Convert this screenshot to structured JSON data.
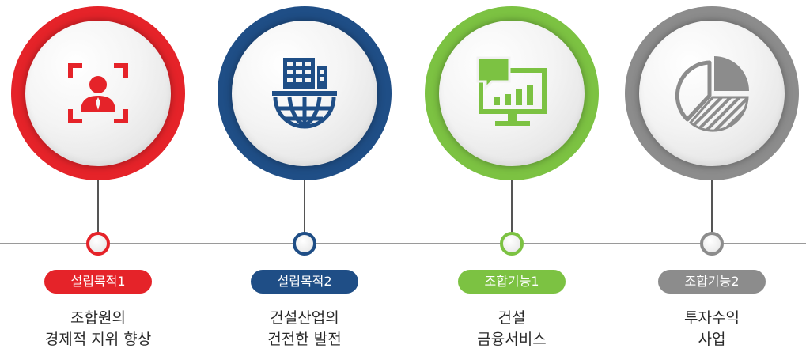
{
  "items": [
    {
      "badge": "설립목적1",
      "line1": "조합원의",
      "line2": "경제적 지위 향상",
      "icon": "person-focus-icon",
      "color": "#e52329"
    },
    {
      "badge": "설립목적2",
      "line1": "건설산업의",
      "line2": "건전한 발전",
      "icon": "building-globe-icon",
      "color": "#1f4e86"
    },
    {
      "badge": "조합기능1",
      "line1": "건설",
      "line2": "금융서비스",
      "icon": "monitor-chart-icon",
      "color": "#7cc242"
    },
    {
      "badge": "조합기능2",
      "line1": "투자수익",
      "line2": "사업",
      "icon": "pie-chart-icon",
      "color": "#8c8c8c"
    }
  ]
}
